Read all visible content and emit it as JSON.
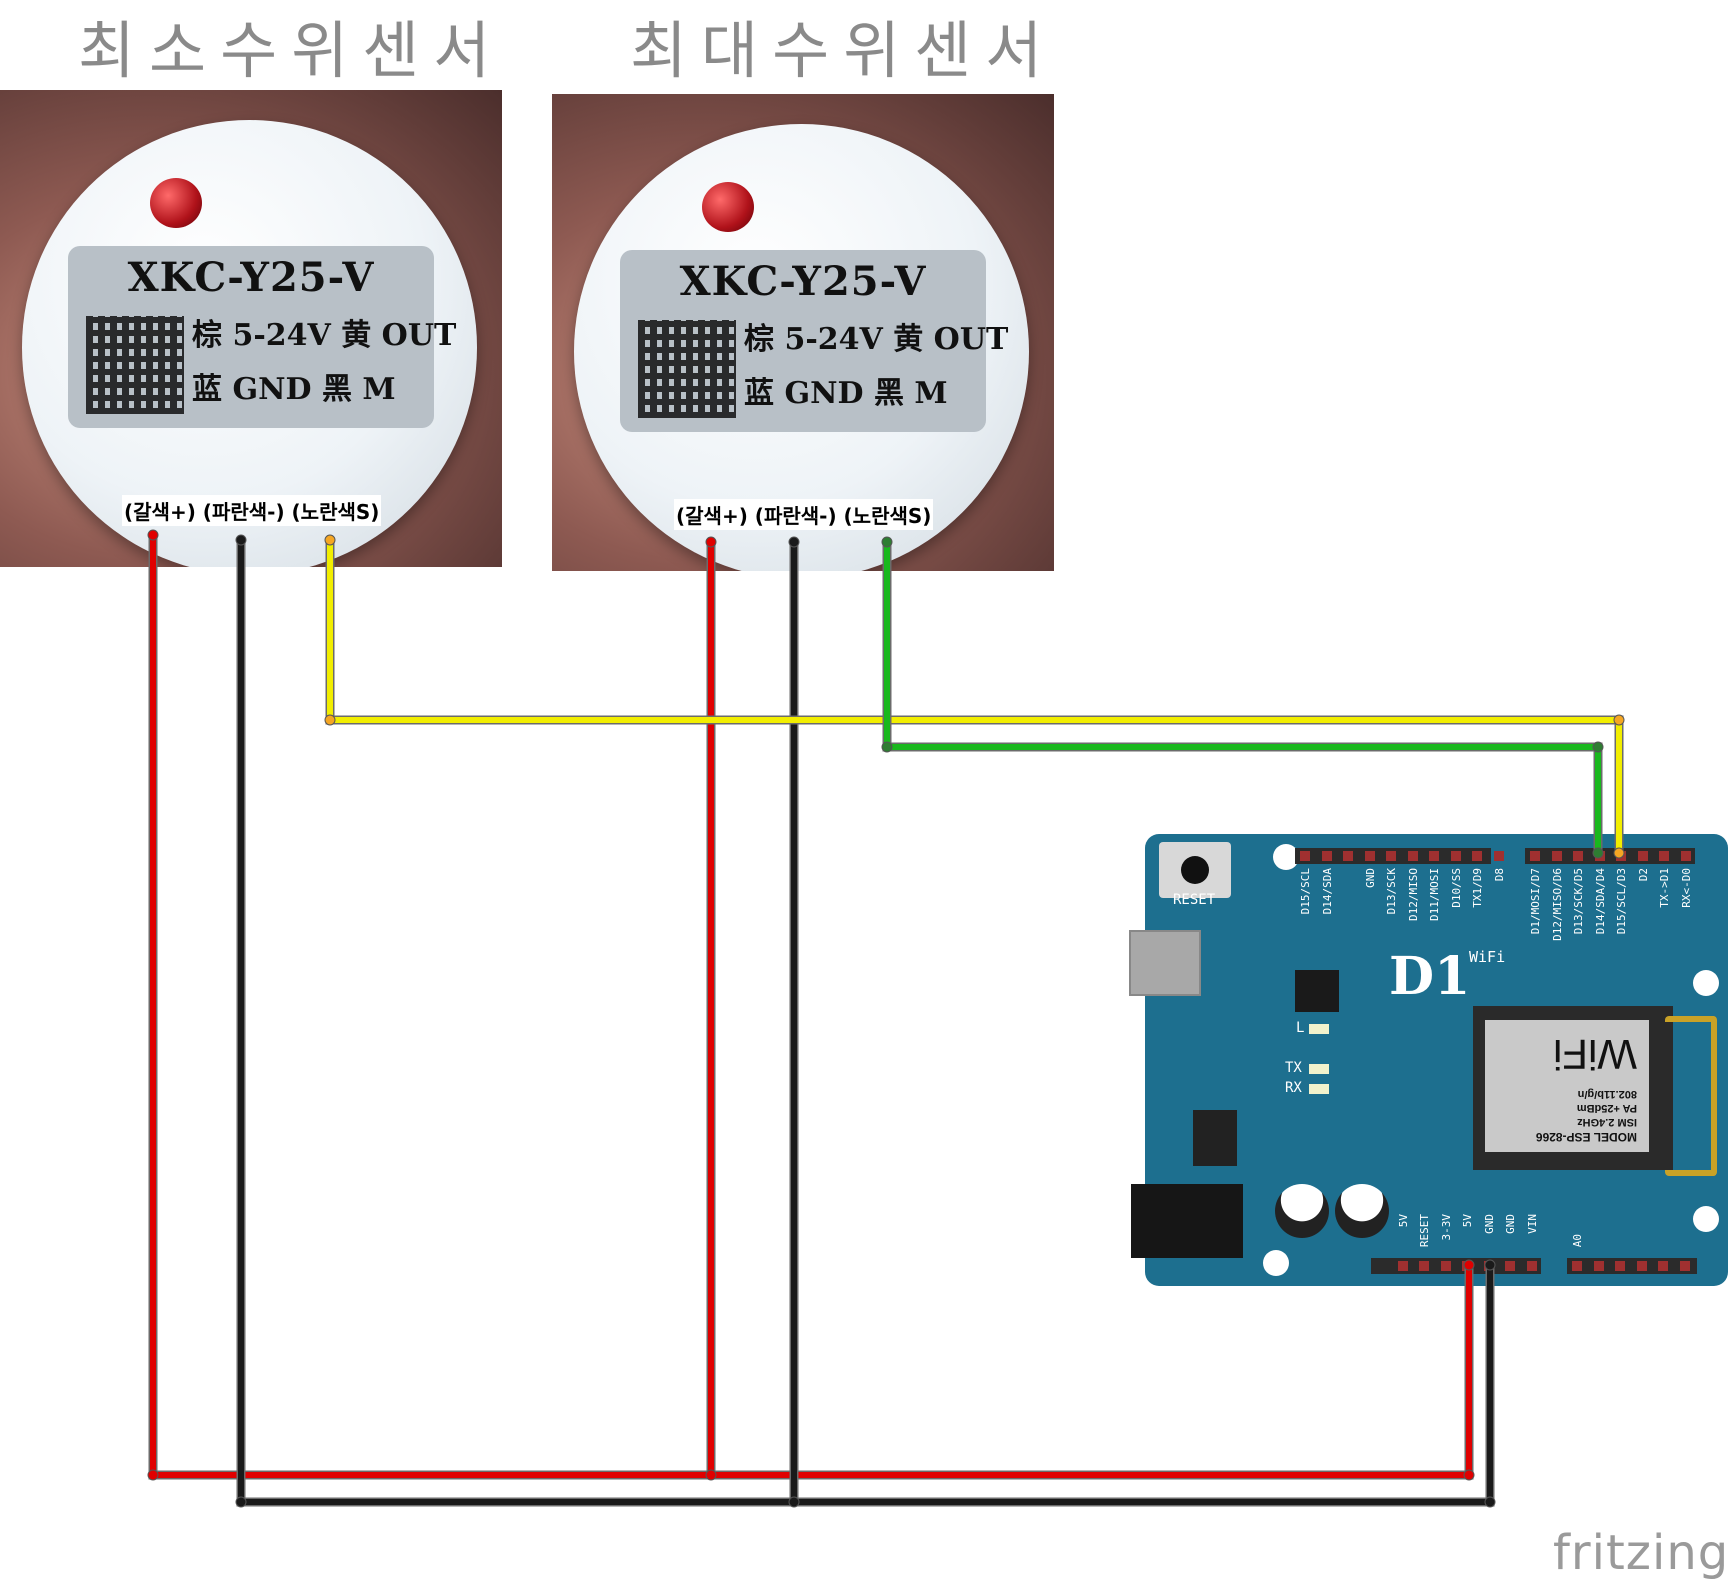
{
  "titles": {
    "min_sensor": "최소수위센서",
    "max_sensor": "최대수위센서"
  },
  "sensor": {
    "model": "XKC-Y25-V",
    "row1": "棕 5-24V 黄 OUT",
    "row2": "蓝 GND 黑 M",
    "pin_caption": "(갈색+) (파란색-) (노란색S)"
  },
  "board": {
    "name": "D1",
    "wifi_label": "WiFi",
    "reset_label": "RESET",
    "led_l": "L",
    "led_tx": "TX",
    "led_rx": "RX",
    "module_model": "MODEL ESP-8266",
    "module_ism": "ISM 2.4GHz",
    "module_pa": "PA +25dBm",
    "module_std": "802.11b/g/n",
    "module_wifi": "WiFi",
    "top_pins_left": [
      "D15/SCL",
      "D14/SDA",
      "",
      "GND",
      "D13/SCK",
      "D12/MISO",
      "D11/MOSI",
      "D10/SS",
      "TX1/D9",
      "D8"
    ],
    "top_pins_right": [
      "D1/MOSI/D7",
      "D12/MISO/D6",
      "D13/SCK/D5",
      "D14/SDA/D4",
      "D15/SCL/D3",
      "D2",
      "TX->D1",
      "RX<-D0"
    ],
    "bottom_pins": [
      "5V",
      "RESET",
      "3-3V",
      "5V",
      "GND",
      "GND",
      "VIN"
    ],
    "analog_pin": "A0"
  },
  "wires": {
    "power": "#e00000",
    "ground": "#1a1a1a",
    "signal_min": "#f2ee00",
    "signal_max": "#19b81d"
  },
  "watermark": "fritzing"
}
